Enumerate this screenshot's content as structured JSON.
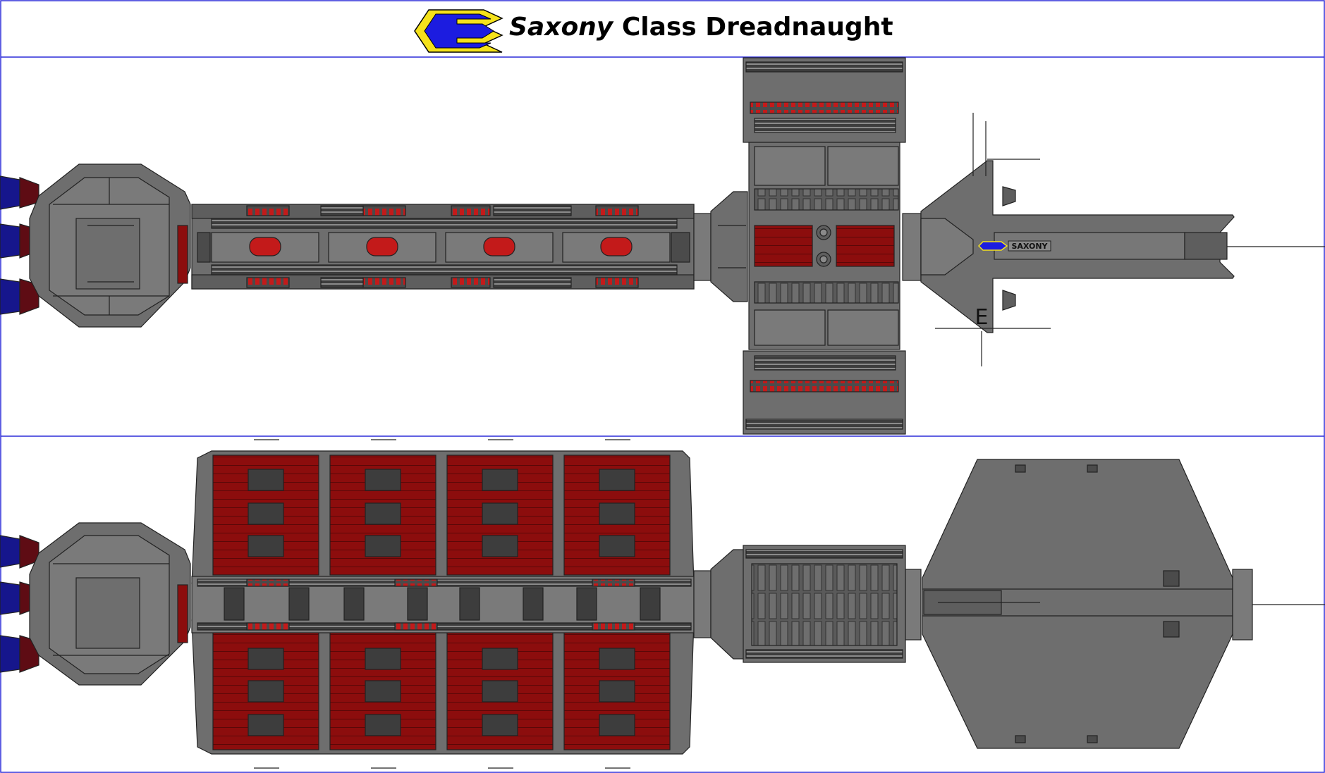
{
  "header": {
    "title_italic": "Saxony",
    "title_rest": " Class Dreadnaught",
    "logo_icon": "e-emblem-icon"
  },
  "ship": {
    "hull_name": "SAXONY",
    "registry_letter": "E"
  },
  "colors": {
    "frame": "#2c2cd8",
    "hull": "#6e6e6e",
    "hull_light": "#8a8a8a",
    "hull_dark": "#4b4b4b",
    "panel_red": "#8c0d0d",
    "panel_red_light": "#c31a1a",
    "engine_blue": "#16168c",
    "engine_maroon": "#5e0c14",
    "logo_blue": "#1c1ce0",
    "logo_yellow": "#f5e21b"
  },
  "views": [
    {
      "name": "top-view"
    },
    {
      "name": "bottom-view"
    }
  ]
}
